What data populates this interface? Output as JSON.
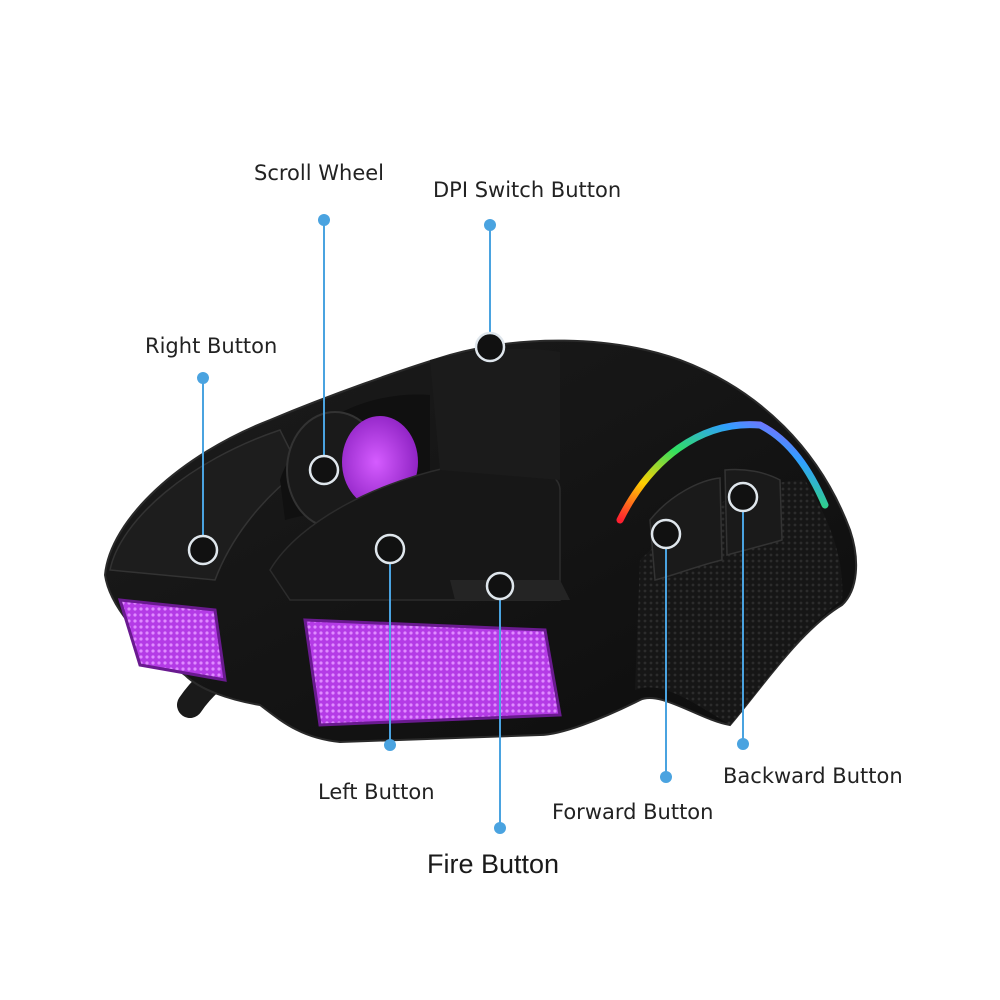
{
  "colors": {
    "leader": "#4aa3e0",
    "mouse_body": "#141414",
    "mouse_edge": "#2a2a2a",
    "glow": "#c23cf0",
    "marker_ring": "#dfe6ec"
  },
  "labels": {
    "scroll_wheel": "Scroll Wheel",
    "dpi_switch": "DPI Switch Button",
    "right_button": "Right Button",
    "left_button": "Left Button",
    "fire_button": "Fire Button",
    "forward_button": "Forward Button",
    "backward_button": "Backward Button"
  }
}
